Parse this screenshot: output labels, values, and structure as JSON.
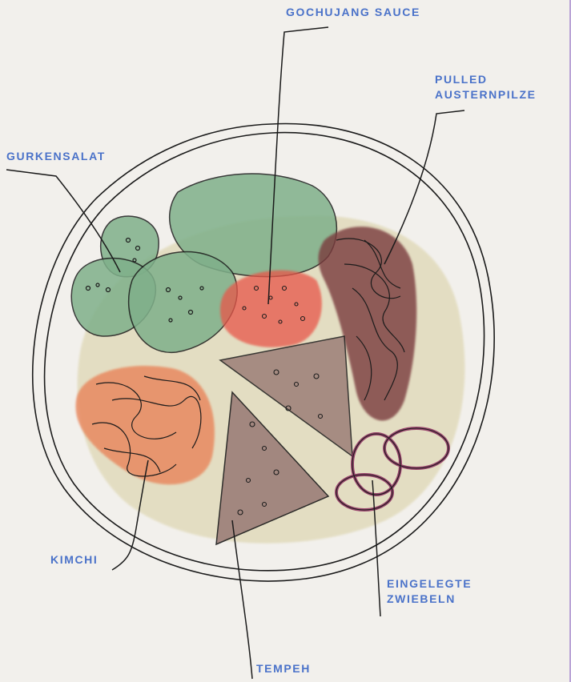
{
  "labels": {
    "gochujang": "GOCHUJANG SAUCE",
    "austernpilze": "PULLED\nAUSTERNPILZE",
    "gurkensalat": "GURKENSALAT",
    "kimchi": "KIMCHI",
    "zwiebeln": "EINGELEGTE\nZWIEBELN",
    "tempeh": "TEMPEH"
  },
  "colors": {
    "background": "#f2f0ec",
    "label": "#4a72c9",
    "cucumber": "#7fb08a",
    "kimchi": "#e8845a",
    "sauce": "#e8574a",
    "mushroom": "#7a3b3e",
    "onion": "#8c2a5e",
    "tempeh": "#9c7e78",
    "rice": "#e0d9b8",
    "ink": "#1b1b1b"
  }
}
